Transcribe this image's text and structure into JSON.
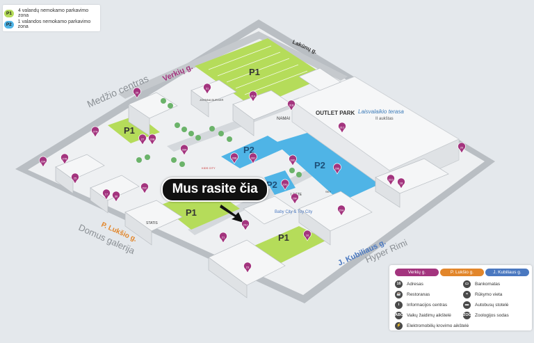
{
  "legend_top": {
    "p1": {
      "badge": "P1",
      "label": "4 valandų nemokamo parkavimo zona",
      "color": "#b5dc5a"
    },
    "p2": {
      "badge": "P2",
      "label": "1 valandos nemokamo parkavimo zona",
      "color": "#4fb4e6"
    }
  },
  "streets": {
    "verkiu": "Verkių g.",
    "lakunu": "Lakūnų g.",
    "luksio": "P. Lukšio g.",
    "kubiliaus": "J. Kubiliaus g."
  },
  "areas": {
    "medzio": "Medžio centras",
    "domus": "Domus galerija",
    "hyper": "Hyper Rimi"
  },
  "zones": {
    "p1": "P1",
    "p2": "P2"
  },
  "buildings": {
    "outlet": "OUTLET PARK",
    "terasa": "Laisvalaikio terasa",
    "aukstas": "II aukštas",
    "bono": "Baby City & Toy City",
    "burger": "JOHNNA BURGER",
    "namai": "NAMAI",
    "kids": "KIDS CITY",
    "lotte": "LOTTE",
    "rimi": "SKY",
    "tech": "STATIS"
  },
  "pins": [
    "29",
    "31",
    "31A",
    "31B",
    "27A",
    "27",
    "20B",
    "27B",
    "28A",
    "28B",
    "28C",
    "16A",
    "25",
    "17",
    "28D",
    "29C",
    "29E",
    "29F",
    "29H",
    "29G",
    "29J",
    "21",
    "23",
    "16",
    "31C",
    "31D",
    "18",
    "20",
    "30"
  ],
  "callout": "Mus rasite čia",
  "legend_bottom": {
    "streets": [
      {
        "label": "Verkių g.",
        "color": "#a3347e"
      },
      {
        "label": "P. Lukšio g.",
        "color": "#e2862a"
      },
      {
        "label": "J. Kubiliaus g.",
        "color": "#4a78c0"
      }
    ],
    "left": [
      {
        "icon": "16",
        "label": "Adresas"
      },
      {
        "icon": "☕",
        "label": "Restoranas"
      },
      {
        "icon": "i",
        "label": "Informacijos centras"
      },
      {
        "icon": "ABC",
        "label": "Vaikų žaidimų aikštelė"
      },
      {
        "icon": "⚡",
        "label": "Elektromobilių krovimo aikštelė"
      }
    ],
    "right": [
      {
        "icon": "▭",
        "label": "Bankomatas"
      },
      {
        "icon": "≈",
        "label": "Rūkymo vieta"
      },
      {
        "icon": "▬",
        "label": "Autobusų stotelė"
      },
      {
        "icon": "ZOO",
        "label": "Zoologijos sodas"
      }
    ]
  }
}
